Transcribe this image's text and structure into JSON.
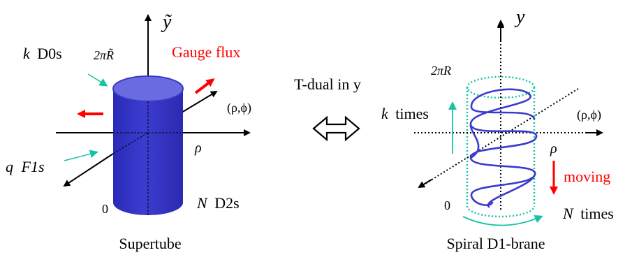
{
  "colors": {
    "tube": "#3a3ac8",
    "tube_top": "#6a6ae0",
    "spiral": "#3333cc",
    "dotted_cylinder": "#17c3a5",
    "teal_arrow": "#17c3a5",
    "red": "#ff0000",
    "axis": "#000000"
  },
  "left": {
    "axis_y_label": "ỹ",
    "circumference_label": "2πR̃",
    "gauge_flux_label": "Gauge flux",
    "k_label": "k",
    "d0s_label": "D0s",
    "q_label": "q",
    "f1s_label": "F1s",
    "rho_phi_label": "(ρ,ϕ)",
    "rho_label": "ρ",
    "zero_label": "0",
    "n_label": "N",
    "d2s_label": "D2s",
    "caption": "Supertube"
  },
  "middle": {
    "tdual_label": "T-dual in y",
    "equivalence_icon": "double-headed-arrow-icon"
  },
  "right": {
    "axis_y_label": "y",
    "circumference_label": "2πR",
    "k_label": "k",
    "k_times_label": "times",
    "rho_phi_label": "(ρ,ϕ)",
    "rho_label": "ρ",
    "moving_label": "moving",
    "zero_label": "0",
    "n_label": "N",
    "n_times_label": "times",
    "caption": "Spiral D1-brane"
  }
}
